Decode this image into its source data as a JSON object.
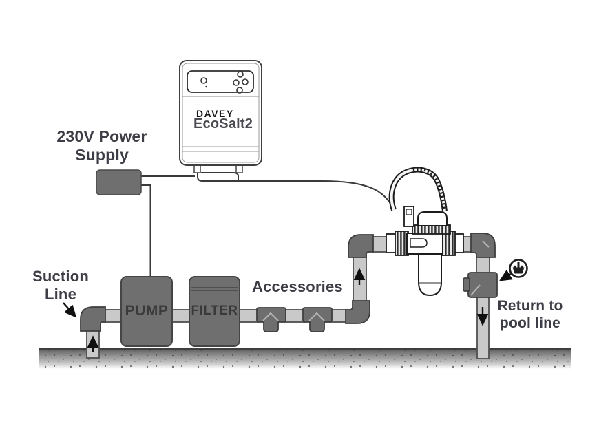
{
  "diagram": {
    "controller": {
      "brand": "DAVEY",
      "model": "EcoSalt2"
    },
    "labels": {
      "power_supply": [
        "230V Power",
        "Supply"
      ],
      "suction": [
        "Suction",
        "Line"
      ],
      "accessories": "Accessories",
      "return": [
        "Return to",
        "pool line"
      ],
      "pump": "PUMP",
      "filter": "FILTER"
    },
    "icons": [
      "eyeball-return-icon",
      "flow-arrow-up",
      "flow-arrow-down"
    ],
    "colors": {
      "label_text": "#3d3d46",
      "equipment_gray": "#6f6f6f",
      "pipe_gray": "#c9c9c9",
      "outline_dark": "#3f3f3f",
      "ground_dark": "#5a5a5a",
      "wire": "#3a3a3a"
    }
  }
}
